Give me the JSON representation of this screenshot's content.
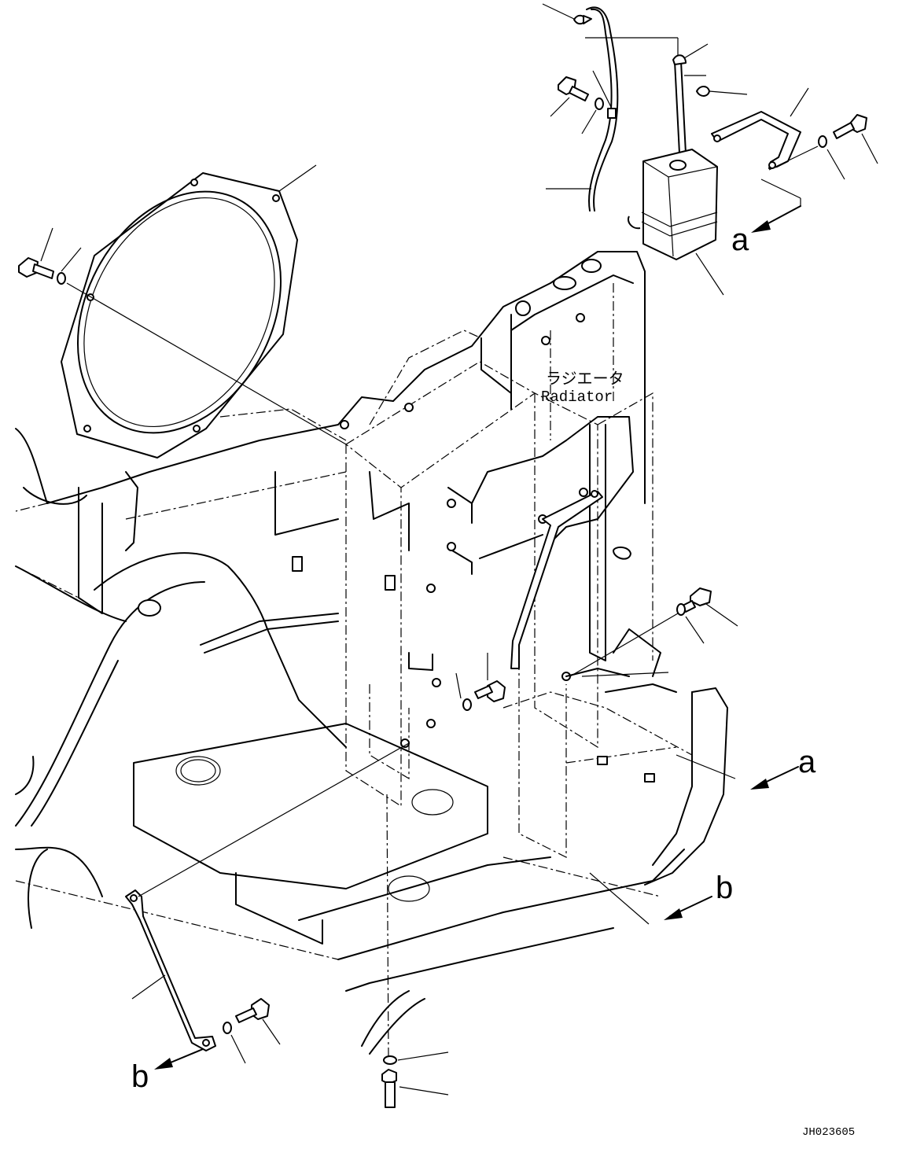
{
  "labels": {
    "radiator_jp": "ラジエータ",
    "radiator_en": "Radiator",
    "view_a_top": "a",
    "view_a_right": "a",
    "view_b_right": "b",
    "view_b_left": "b",
    "drawing_number": "JH023605"
  }
}
